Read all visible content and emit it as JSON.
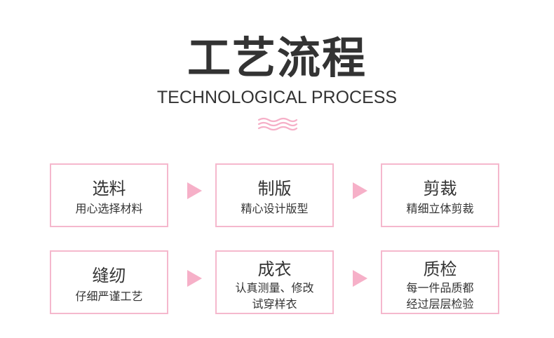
{
  "header": {
    "title": "工艺流程",
    "subtitle": "TECHNOLOGICAL PROCESS"
  },
  "colors": {
    "accent_pink": "#f5b8cd",
    "arrow_pink": "#f6b0c8",
    "text": "#333333"
  },
  "steps": [
    {
      "title": "选料",
      "desc": "用心选择材料"
    },
    {
      "title": "制版",
      "desc": "精心设计版型"
    },
    {
      "title": "剪裁",
      "desc": "精细立体剪裁"
    },
    {
      "title": "缝纫",
      "desc": "仔细严谨工艺"
    },
    {
      "title": "成衣",
      "desc_line1": "认真测量、修改",
      "desc_line2": "试穿样衣"
    },
    {
      "title": "质检",
      "desc_line1": "每一件品质都",
      "desc_line2": "经过层层检验"
    }
  ]
}
